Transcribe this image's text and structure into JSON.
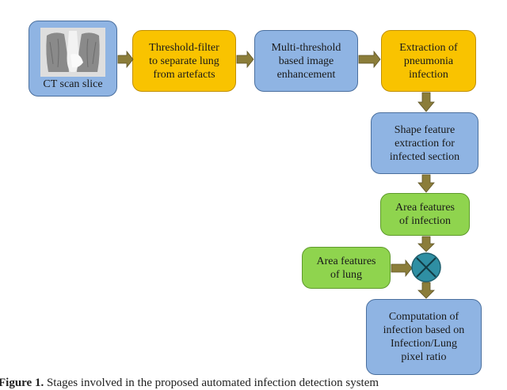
{
  "nodes": {
    "ct_scan": "CT scan slice",
    "threshold_filter": "Threshold-filter\nto separate lung\nfrom artefacts",
    "multi_threshold": "Multi-threshold\nbased image\nenhancement",
    "extraction": "Extraction of\npneumonia\ninfection",
    "shape_feature": "Shape feature\nextraction for\ninfected section",
    "area_infection": "Area features\nof infection",
    "area_lung": "Area features\nof lung",
    "computation": "Computation of\ninfection based on\nInfection/Lung\npixel ratio"
  },
  "caption": {
    "label": "Figure 1.",
    "text": " Stages involved in the proposed automated infection detection system"
  },
  "colors": {
    "blue": "#8fb4e3",
    "orange": "#f9c300",
    "green": "#8fd44e",
    "arrow": "#8b7d3a",
    "operator": "#2f8fa3"
  }
}
